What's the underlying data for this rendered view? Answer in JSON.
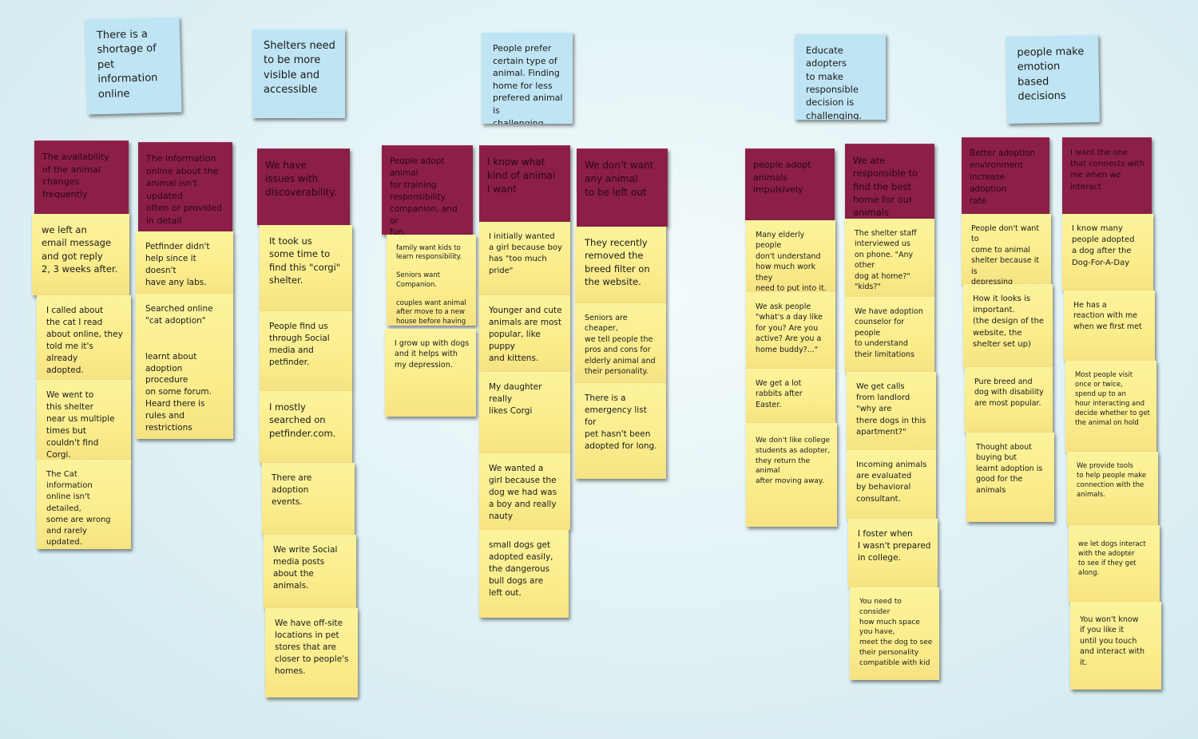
{
  "headers": [
    "There is a\nshortage of\npet information\nonline",
    "Shelters need\nto be more\nvisible and\naccessible",
    "People prefer\ncertain type of\nanimal. Finding\nhome for less\nprefered animal is\nchallenging",
    "Educate adopters\nto make responsible\ndecision is\nchallenging.",
    "people make\nemotion based\ndecisions"
  ],
  "columns": [
    {
      "theme": "The availability\nof the animal\nchanges frequently",
      "notes": [
        "we left an\nemail message\nand got reply\n2, 3 weeks after.",
        "I called about\nthe cat I read\nabout online, they\ntold me it's already\nadopted.",
        "We went to\nthis shelter\nnear us multiple\ntimes but\ncouldn't find Corgi.",
        "The Cat information\nonline isn't detailed,\nsome are wrong\nand rarely updated."
      ]
    },
    {
      "theme": "The information\nonline about the\nanimal isn't updated\noften or provided\nin detail",
      "notes": [
        "Petfinder didn't\nhelp since it doesn't\nhave any labs.",
        "Searched online\n\"cat adoption\"\n\n\nlearnt about\nadoption procedure\non some forum.\nHeard there is\nrules and restrictions"
      ]
    },
    {
      "theme": "We have\nissues with\ndiscoverability.",
      "notes": [
        "It took us\nsome time to\nfind this \"corgi\"\nshelter.",
        "People find us\nthrough Social\nmedia and petfinder.",
        "I mostly\nsearched on\npetfinder.com.",
        "There are adoption\nevents.",
        "We write Social\nmedia posts\nabout the animals.",
        "We have off-site\nlocations in pet\nstores that are\ncloser to people's\nhomes."
      ]
    },
    {
      "theme": "People adopt\nanimal\nfor training responsibility\ncompanion, and or\nfun.",
      "notes": [
        "family want kids to\nlearn responsibility.\n\nSeniors want Companion.\n\ncouples want animal\nafter move to a new\nhouse before having kids.",
        "I grow up with dogs\nand it helps with\nmy depression."
      ]
    },
    {
      "theme": "I know what\nkind of animal\nI want",
      "notes": [
        "I initially wanted\na girl because boy\nhas \"too much pride\"",
        "Younger and cute\nanimals are most\npopular, like puppy\nand kittens.",
        "My daughter really\nlikes Corgi",
        "We wanted a\ngirl because the\ndog we had was\na boy and really\nnauty",
        "small dogs get\nadopted easily,\nthe dangerous\nbull dogs are\nleft out."
      ]
    },
    {
      "theme": "We don't want\nany animal\nto be left out",
      "notes": [
        "They recently\nremoved the\nbreed filter on\nthe website.",
        "Seniors are cheaper,\nwe tell people the\npros and cons for\nelderly animal and\ntheir personality.",
        "There is a\nemergency list for\npet hasn't been\nadopted for long."
      ]
    },
    {
      "theme": "people adopt\nanimals impulsively",
      "notes": [
        "Many elderly people\ndon't understand\nhow much work they\nneed to put into it.",
        "We ask people\n\"what's a day like\nfor you? Are you\nactive? Are you a\nhome buddy?...\"",
        "We get a lot\nrabbits after Easter.",
        "We don't like college\nstudents as adopter,\nthey return the animal\nafter moving away."
      ]
    },
    {
      "theme": "We are\nresponsible to\nfind the best\nhome for our animals",
      "notes": [
        "The shelter staff\ninterviewed us\non phone. \"Any other\ndog at home?\"\n\"kids?\"",
        "We have adoption\ncounselor for people\nto understand\ntheir limitations",
        "We get calls\nfrom landlord\n\"why are\nthere dogs in this\napartment?\"",
        "Incoming animals\nare evaluated\nby behavioral\nconsultant.",
        "I foster when\nI wasn't prepared\nin college.",
        "You need to consider\nhow much space\nyou have,\nmeet the dog to see\ntheir personality\ncompatible with kid"
      ]
    },
    {
      "theme": "Better adoption\nenvironment\nincrease adoption\nrate",
      "notes": [
        "People don't want to\ncome to animal\nshelter because it is\ndepressing",
        "How it looks is\nimportant.\n(the design of the\nwebsite, the\nshelter set up)",
        "Pure breed and\ndog with disability\nare most popular.",
        "Thought about\nbuying but\nlearnt adoption is\ngood for the animals"
      ]
    },
    {
      "theme": "I want the one\nthat connects with\nme when we\ninteract",
      "notes": [
        "I know many\npeople adopted\na dog after the\nDog-For-A-Day",
        "He has a\nreaction with me\nwhen we first met",
        "Most people visit\nonce or twice,\nspend up to an\nhour interacting and\ndecide whether to get\nthe animal on hold",
        "We provide tools\nto help people make\nconnection with the\nanimals.",
        "we let dogs interact\nwith the adopter\nto see if they get\nalong.",
        "You won't know\nif you like it\nuntil you touch\nand interact with\nit."
      ]
    }
  ]
}
